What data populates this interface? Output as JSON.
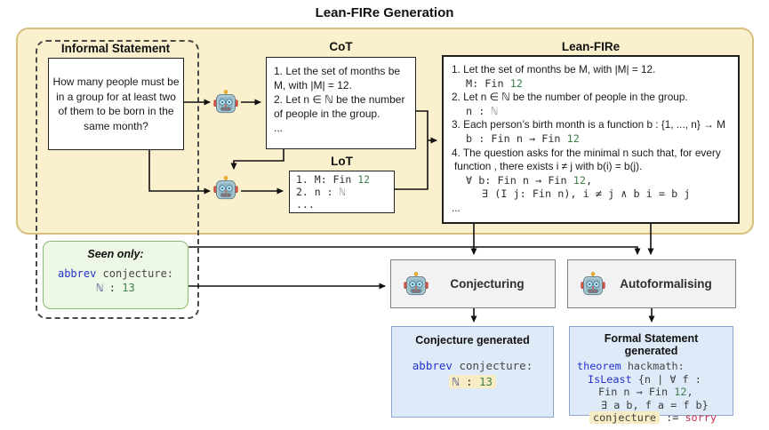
{
  "title": "Lean-FIRe Generation",
  "colors": {
    "container_beige": "#faf0cd",
    "container_border": "#d8bf80",
    "seen_green_bg": "#eef8e6",
    "seen_green_border": "#8bbb72",
    "result_blue_bg": "#dfeaf8",
    "result_blue_border": "#8ca6cc",
    "agent_gray_bg": "#f2f2f2",
    "keyword_blue": "#2433cf",
    "number_green": "#3d7f4b",
    "sorry_red": "#c5304a",
    "highlight_beige": "#f7ecc4"
  },
  "informal": {
    "label": "Informal Statement",
    "question": "How many people must be in a group for at least two of them to be born in the same month?"
  },
  "cot": {
    "label": "CoT",
    "line1": "1. Let the set of months be M, with |M| = 12.",
    "line2": "2. Let n ∈ ℕ be the number of people in the group.",
    "ellipsis": "..."
  },
  "lot": {
    "label": "LoT",
    "line1_a": "1. M: Fin ",
    "line1_num": "12",
    "line2_a": "2. n : ",
    "line2_n": "ℕ",
    "ellipsis": "..."
  },
  "leanfire": {
    "label": "Lean-FIRe",
    "t1": "1. Let the set of months be M, with |M| = 12.",
    "c1a": "M: Fin ",
    "c1b": "12",
    "t2": "2. Let n ∈ ℕ be the number of people in the group.",
    "c2a": "n : ",
    "c2b": "ℕ",
    "t3": "3. Each person’s birth month is a function b : {1, ..., n} → M",
    "c3a": "b : Fin n → Fin ",
    "c3b": "12",
    "t4a": "4. The question asks for the minimal n such that, for every",
    "t4b": "function , there exists i ≠ j with b(i) = b(j).",
    "c4a": "∀ b: Fin n → Fin ",
    "c4b": "12",
    "c4c": ",",
    "c5": "∃ (I j: Fin n), i ≠ j ∧ b i = b j",
    "ellipsis": "..."
  },
  "seen_only": {
    "label": "Seen only:",
    "kw": "abbrev",
    "rest": " conjecture:",
    "nat": "ℕ",
    "colon": " : ",
    "num": "13"
  },
  "conjecturing": {
    "label": "Conjecturing"
  },
  "autoformalising": {
    "label": "Autoformalising"
  },
  "conjecture_generated": {
    "title": "Conjecture generated",
    "kw": "abbrev",
    "rest": " conjecture:",
    "nat": "ℕ",
    "colon": " : ",
    "num": "13"
  },
  "formal_statement": {
    "title": "Formal Statement generated",
    "l1_kw": "theorem",
    "l1_rest": " hackmath:",
    "l2_kw": "IsLeast",
    "l2_rest": " {n | ∀ f :",
    "l3_a": "Fin n → Fin ",
    "l3_num": "12",
    "l3_c": ",",
    "l4": "∃ a b, f a = f b}",
    "l5_hl": "conjecture",
    "l5_mid": " := ",
    "l5_kw": "sorry"
  }
}
